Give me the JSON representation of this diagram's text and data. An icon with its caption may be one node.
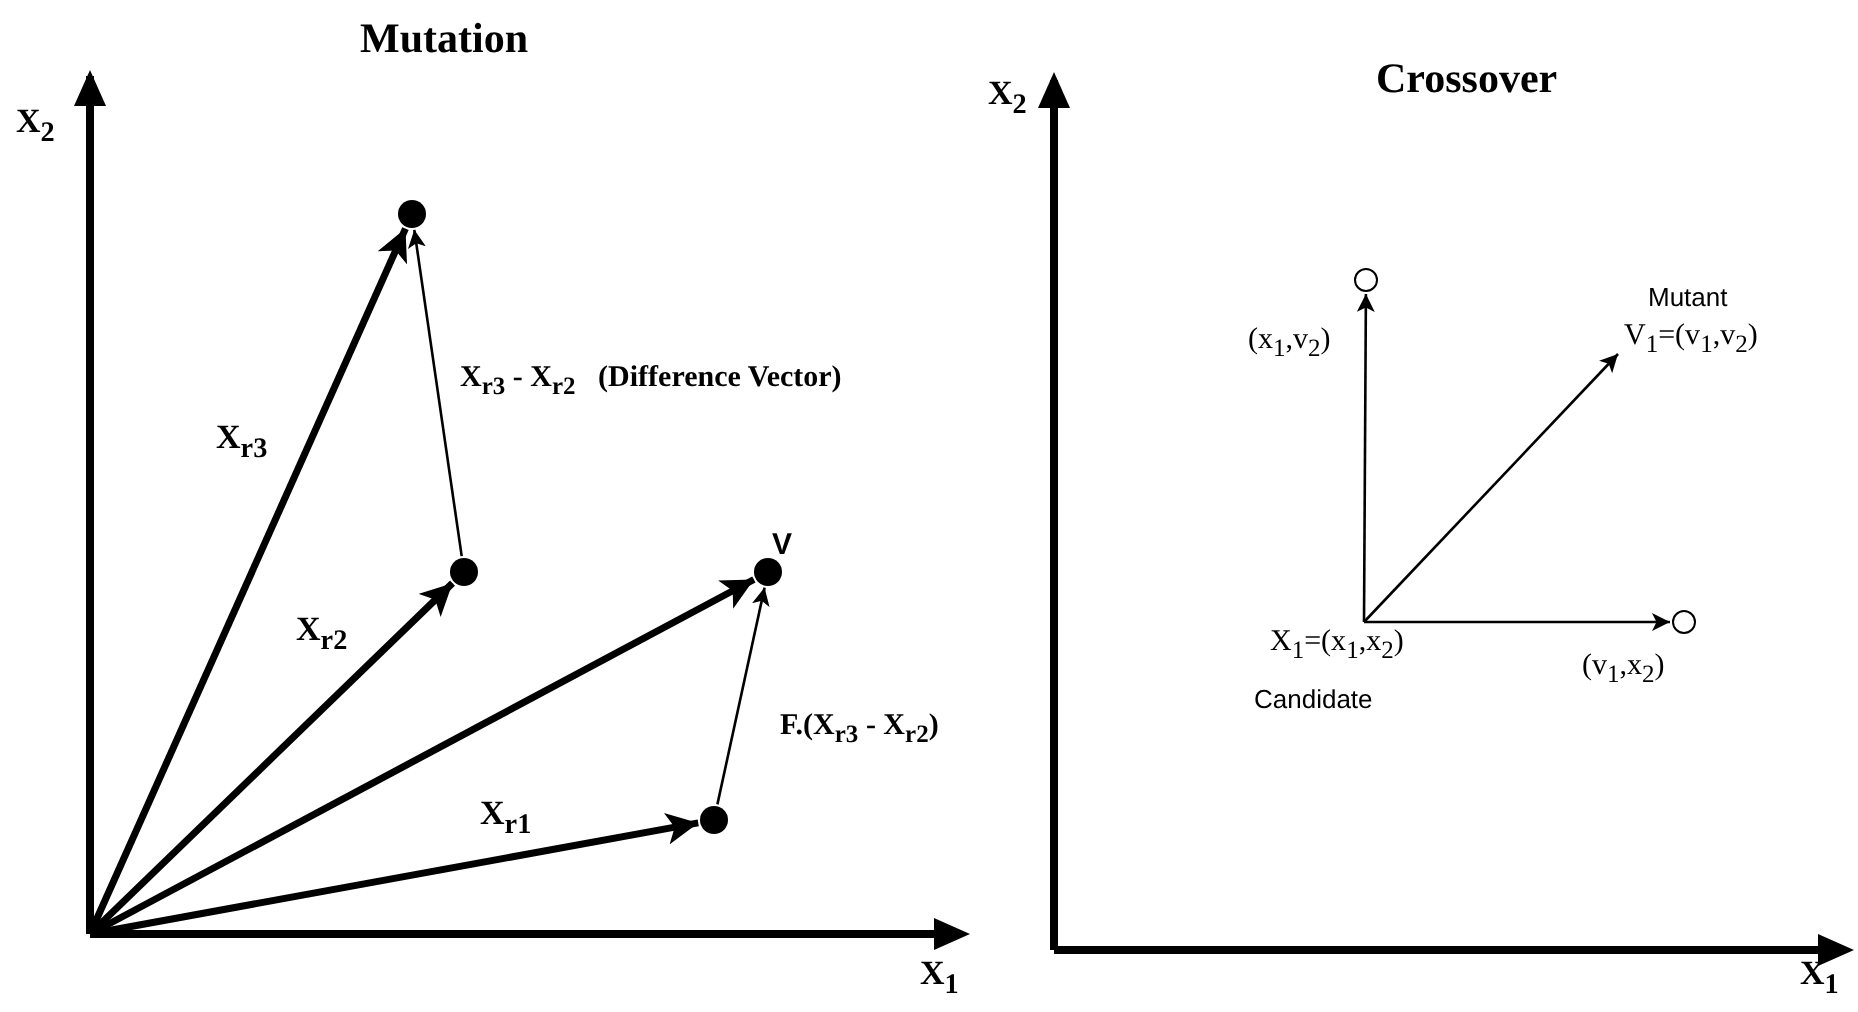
{
  "diagram": {
    "nodes": [
      {
        "text": [],
        "shape": "circle"
      },
      {
        "text": [],
        "shape": "circle"
      },
      {
        "text": [],
        "shape": "circle",
        "beside": [
          "V"
        ]
      },
      {
        "text": [],
        "shape": "circle"
      },
      {
        "text": [
          "X$_{1}$=(x$_{1}$,x$_{2}$)",
          "Candidate"
        ]
      },
      {
        "text": [],
        "shape": "circle",
        "beside": [
          "(x$_{1}$,v$_{2}$)"
        ]
      },
      {
        "text": [],
        "shape": "circle",
        "beside": [
          "(v$_{1}$,x$_{2}$)"
        ]
      },
      {
        "text": [
          "Mutant",
          "V$_{1}$=(v$_{1}$,v$_{2}$)"
        ]
      }
    ],
    "edges": [
      {
        "from": null,
        "to": 0,
        "arrow": "to",
        "label": "X$_{r3}$",
        "style": "thick"
      },
      {
        "from": null,
        "to": 1,
        "arrow": "to",
        "label": "X$_{r2}$",
        "style": "thick"
      },
      {
        "from": null,
        "to": 2,
        "arrow": "to",
        "style": "thick"
      },
      {
        "from": null,
        "to": 3,
        "arrow": "to",
        "label": "X$_{r1}$",
        "style": "thick"
      },
      {
        "from": 1,
        "to": 0,
        "arrow": "to",
        "label": "X$_{r3}$ - X$_{r2}$   (Difference Vector)"
      },
      {
        "from": 3,
        "to": 2,
        "arrow": "to",
        "label": "F.(X$_{r3}$ - X$_{r2}$)"
      },
      {
        "from": 4,
        "to": 5,
        "arrow": "to"
      },
      {
        "from": 4,
        "to": 6,
        "arrow": "to"
      },
      {
        "from": 4,
        "to": 7,
        "arrow": "to"
      }
    ],
    "labels": [
      "Mutation",
      "X$_{2}$",
      "X$_{1}$",
      "Crossover",
      "X$_{2}$",
      "X$_{1}$"
    ]
  }
}
